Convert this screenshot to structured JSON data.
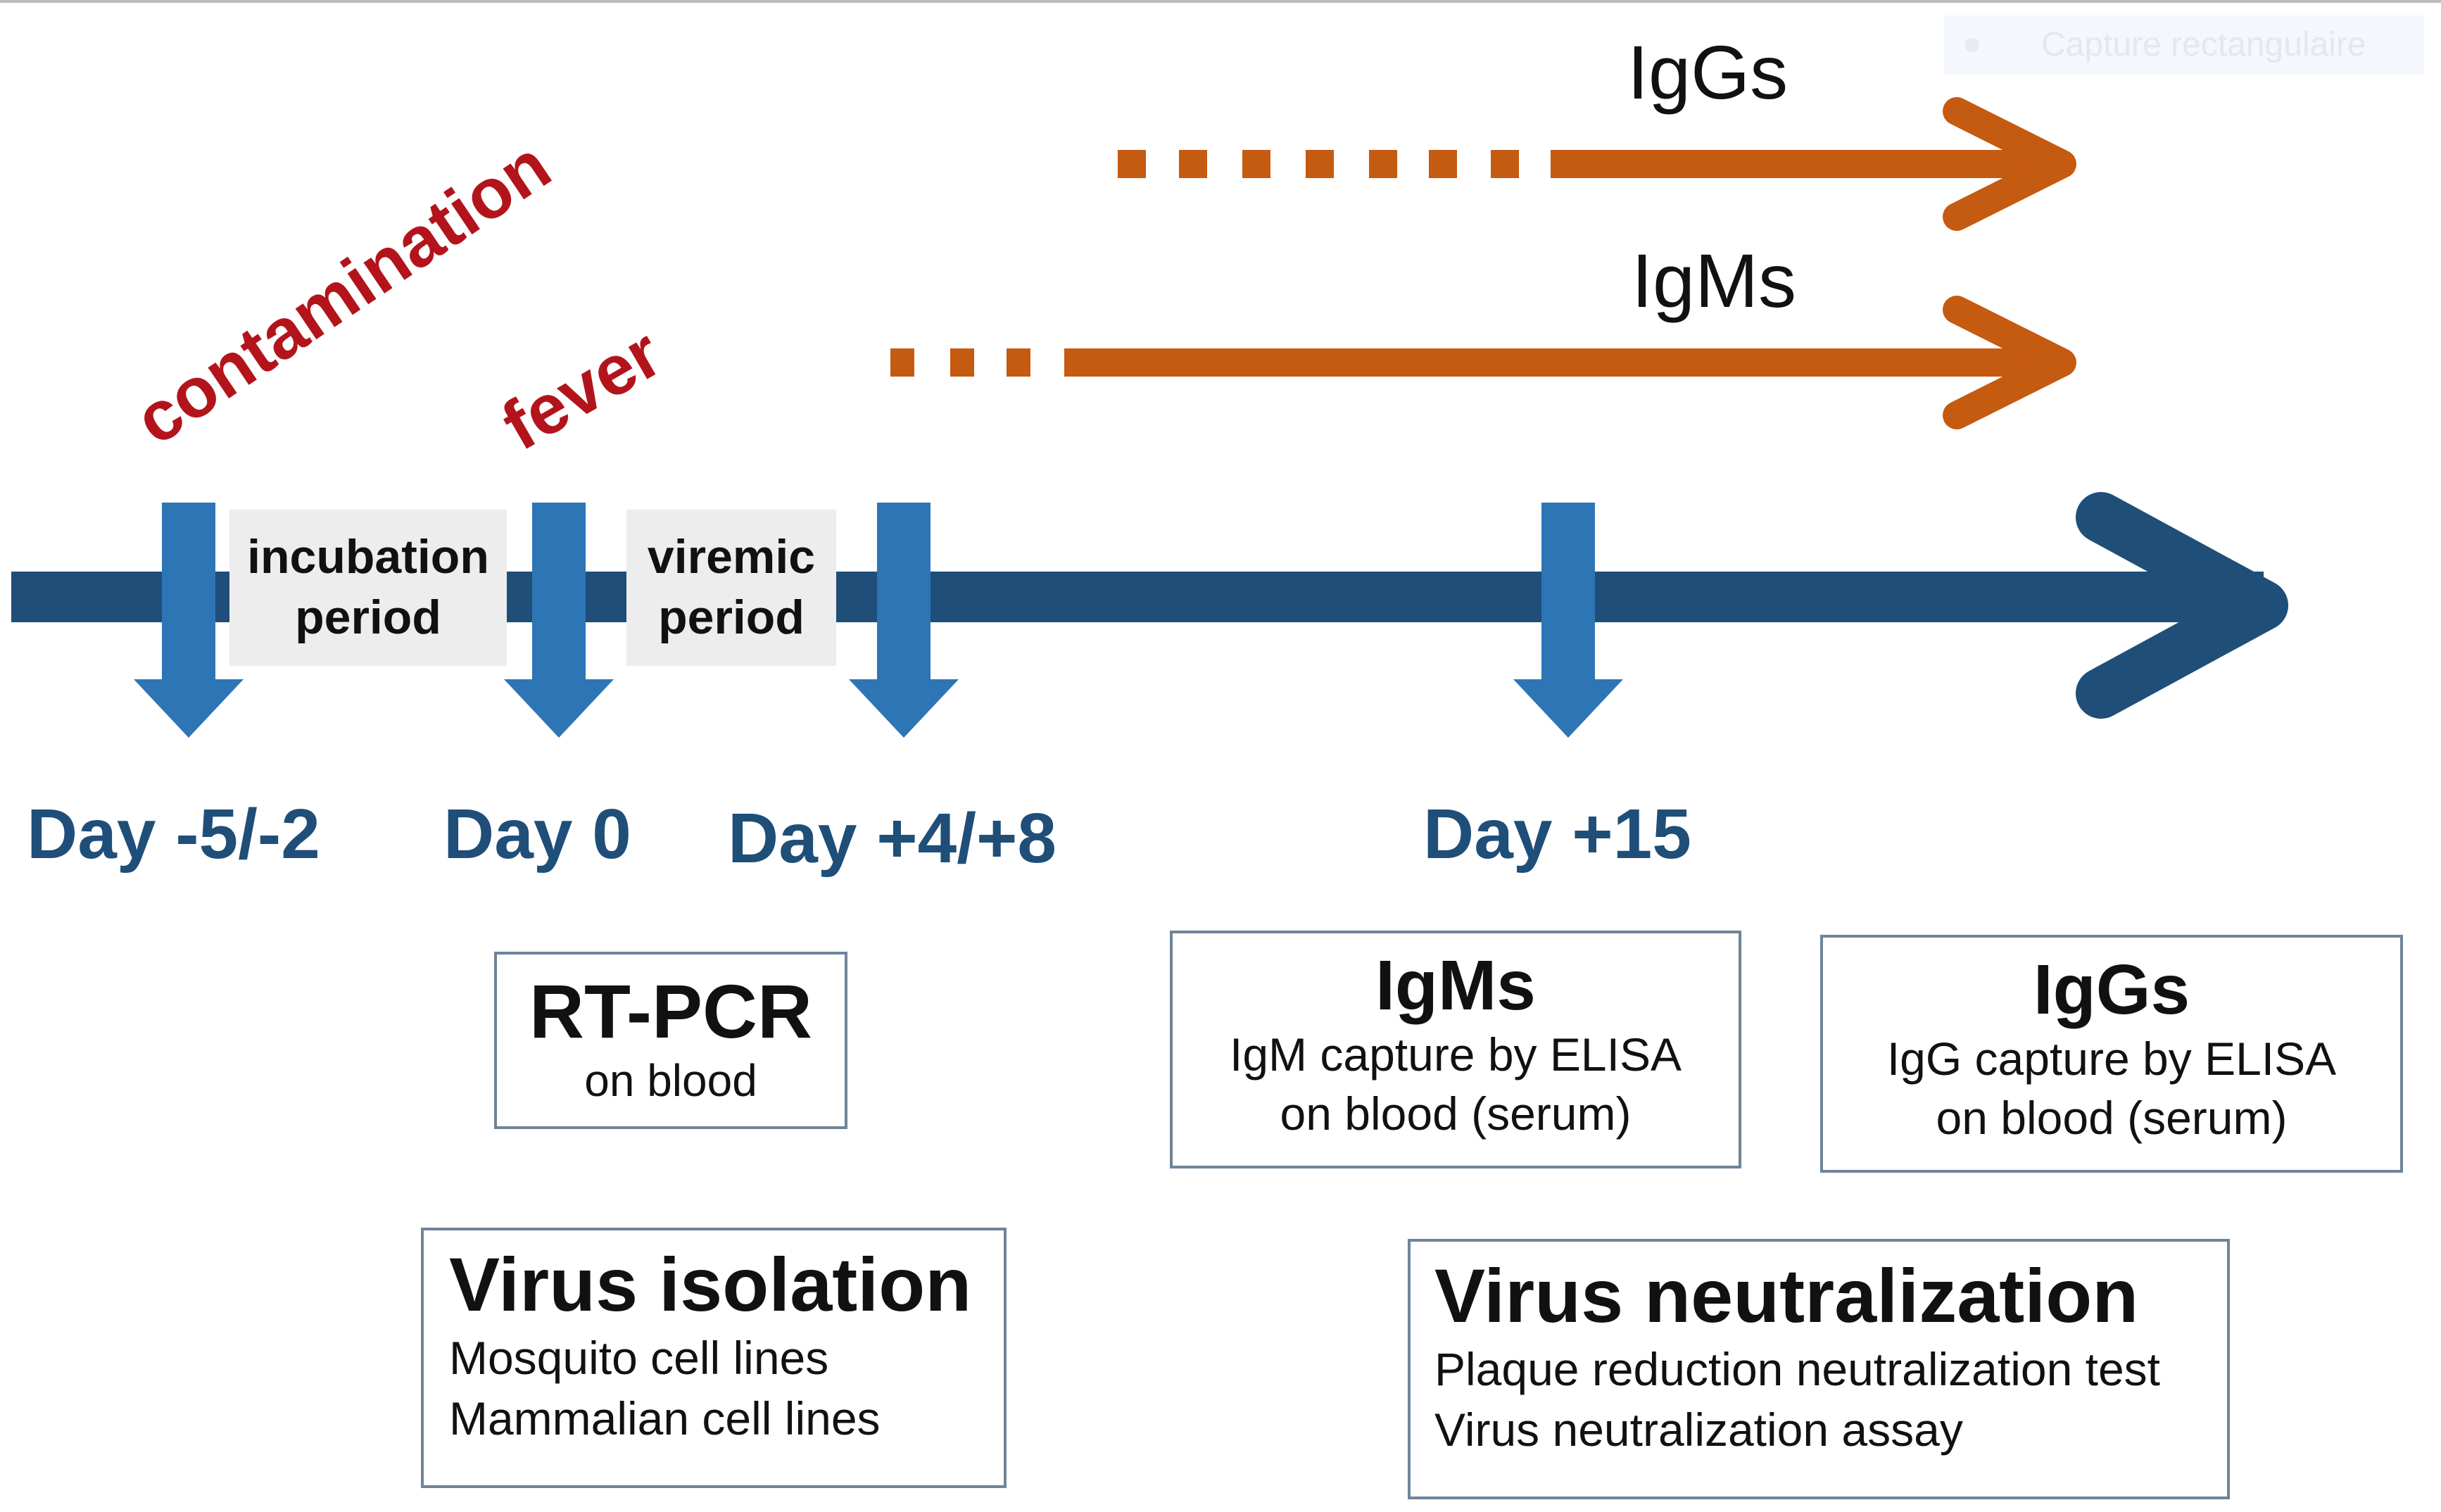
{
  "capture_button": {
    "label": "Capture rectangulaire"
  },
  "antibody_arrows": [
    {
      "label": "IgGs",
      "color": "#c55a11"
    },
    {
      "label": "IgMs",
      "color": "#c55a11"
    }
  ],
  "events": [
    {
      "label": "contamination",
      "color": "#b3141b"
    },
    {
      "label": "fever",
      "color": "#b3141b"
    }
  ],
  "periods": [
    {
      "line1": "incubation",
      "line2": "period"
    },
    {
      "line1": "viremic",
      "line2": "period"
    }
  ],
  "days": [
    "Day -5/-2",
    "Day 0",
    "Day +4/+8",
    "Day +15"
  ],
  "tests": {
    "rtpcr": {
      "title": "RT-PCR",
      "lines": [
        "on blood"
      ]
    },
    "igm": {
      "title": "IgMs",
      "lines": [
        "IgM capture by ELISA",
        "on blood (serum)"
      ]
    },
    "igg": {
      "title": "IgGs",
      "lines": [
        "IgG capture by ELISA",
        "on blood (serum)"
      ]
    },
    "isolation": {
      "title": "Virus isolation",
      "lines": [
        "Mosquito cell lines",
        "Mammalian cell lines"
      ]
    },
    "neutralization": {
      "title": "Virus neutralization",
      "lines": [
        "Plaque reduction neutralization test",
        "Virus neutralization assay"
      ]
    }
  },
  "colors": {
    "timeline": "#1f4e79",
    "marker": "#2e75b6",
    "antibody": "#c55a11",
    "event_text": "#b3141b",
    "day_text": "#1f4e79",
    "box_border": "#6f8499"
  }
}
